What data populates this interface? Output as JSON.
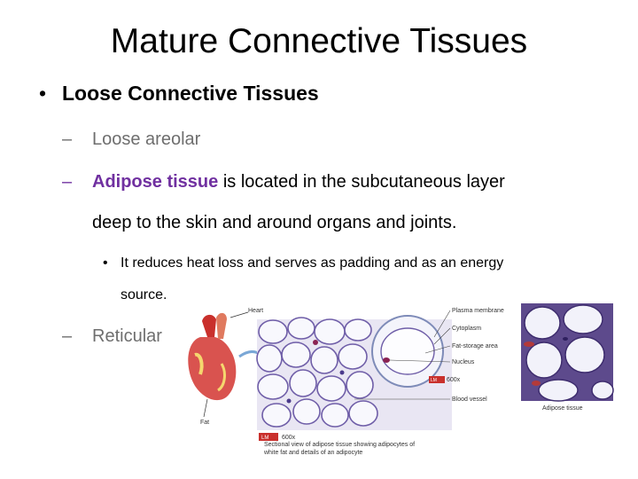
{
  "slide": {
    "title": "Mature Connective Tissues",
    "bullet": "•",
    "heading": "Loose Connective Tissues",
    "dash": "–",
    "item1": "Loose areolar",
    "item2_highlight": "Adipose tissue",
    "item2_rest_line1": " is located in the subcutaneous layer",
    "item2_line2": "deep to the skin and around organs and joints.",
    "sub_bullet": "•",
    "sub_line1": "It reduces heat loss and serves as padding and as an energy",
    "sub_line2": "source.",
    "item3": "Reticular"
  },
  "figure": {
    "heart_label": "Heart",
    "fat_label": "Fat",
    "labels": [
      "Plasma membrane",
      "Cytoplasm",
      "Fat-storage area",
      "Nucleus",
      "Blood vessel"
    ],
    "lm_badge": "LM",
    "mag1": "600x",
    "mag2": "600x",
    "adipose_label": "Adipose tissue",
    "caption_line1": "Sectional view of adipose tissue showing adipocytes of",
    "caption_line2": "white fat and details of an adipocyte"
  },
  "colors": {
    "highlight": "#7030a0",
    "subtle_text": "#6e6e6e",
    "tissue_stain": "#6f5ea8",
    "cell_fill": "#f4f4fb"
  }
}
